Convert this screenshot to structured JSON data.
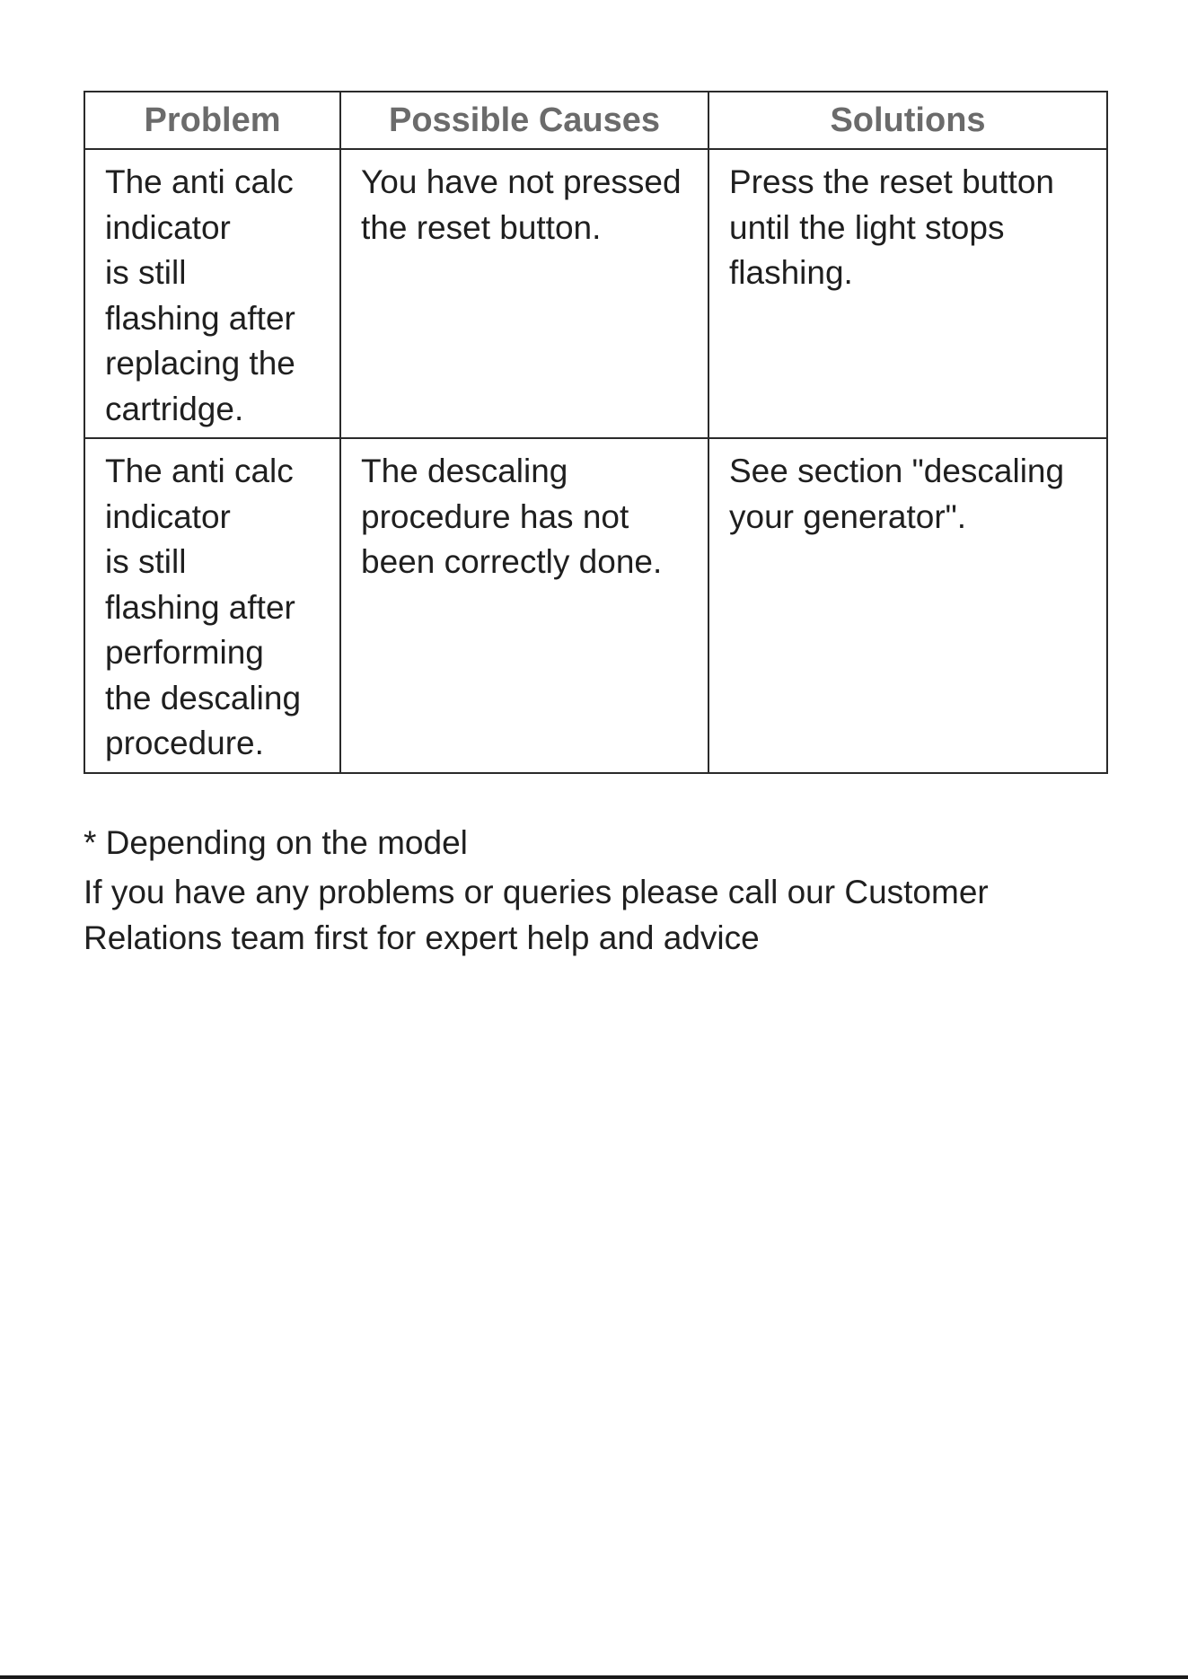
{
  "table": {
    "headers": {
      "problem": "Problem",
      "causes": "Possible Causes",
      "solutions": "Solutions"
    },
    "rows": [
      {
        "problem": [
          "The anti calc",
          "indicator",
          "is still",
          "flashing after",
          "replacing the",
          "cartridge."
        ],
        "causes": [
          "You have not pressed",
          "the reset button."
        ],
        "solutions": [
          "Press the reset button",
          "until the light stops",
          "flashing."
        ]
      },
      {
        "problem": [
          "The anti calc",
          "indicator",
          "is still",
          "flashing after",
          "performing",
          "the descaling",
          "procedure."
        ],
        "causes": [
          "The descaling",
          "procedure has not",
          "been correctly done."
        ],
        "solutions": [
          "See section \"descaling",
          "your generator\"."
        ]
      }
    ]
  },
  "notes": {
    "footnote": "* Depending on the model",
    "contact_line1": "If you have any problems or queries please call our Customer",
    "contact_line2": "Relations team first for expert help and advice"
  }
}
